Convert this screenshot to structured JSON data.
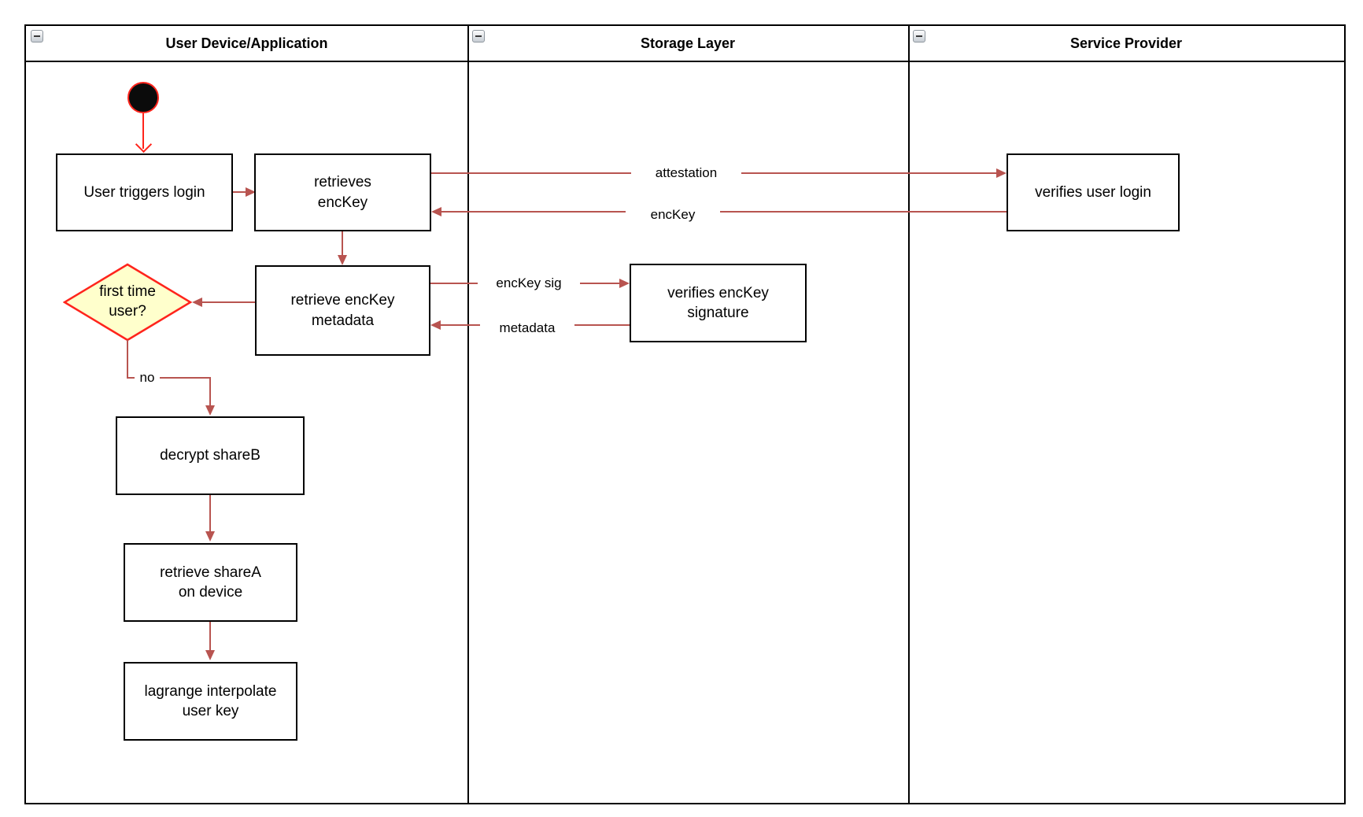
{
  "colors": {
    "edge_arrow": "#b85450",
    "accent_red": "#ff241c",
    "diamond_fill": "#ffffcc",
    "node_border": "#000000",
    "node_fill": "#ffffff"
  },
  "lanes": [
    {
      "title": "User Device/Application"
    },
    {
      "title": "Storage Layer"
    },
    {
      "title": "Service Provider"
    }
  ],
  "nodes": {
    "user_triggers_login": {
      "label": "User triggers login"
    },
    "retrieves_enckey": {
      "label": "retrieves\nencKey"
    },
    "verifies_user_login": {
      "label": "verifies user login"
    },
    "retrieve_enckey_metadata": {
      "label": "retrieve encKey\nmetadata"
    },
    "first_time_user": {
      "label": "first time\nuser?"
    },
    "decrypt_shareb": {
      "label": "decrypt shareB"
    },
    "retrieve_sharea": {
      "label": "retrieve shareA\non device"
    },
    "lagrange_interpolate": {
      "label": "lagrange interpolate\nuser key"
    },
    "verifies_enckey_signature": {
      "label": "verifies encKey\nsignature"
    }
  },
  "edges": {
    "attestation": {
      "label": "attestation"
    },
    "enckey_return": {
      "label": "encKey"
    },
    "enckey_sig": {
      "label": "encKey sig"
    },
    "metadata_return": {
      "label": "metadata"
    },
    "no_branch": {
      "label": "no"
    }
  }
}
